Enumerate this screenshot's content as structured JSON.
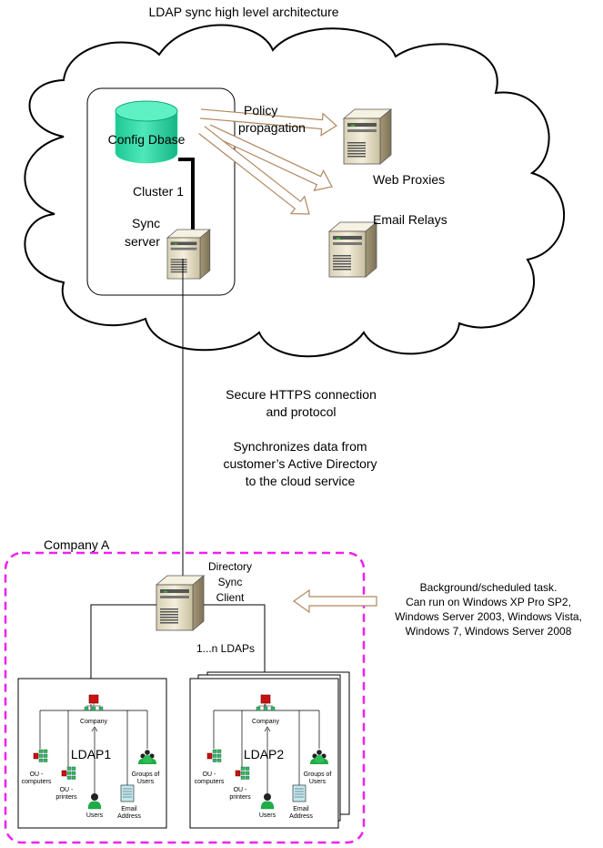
{
  "title": "LDAP sync high level architecture",
  "cloud": {
    "config_db": "Config Dbase",
    "policy_line1": "Policy",
    "policy_line2": "propagation",
    "cluster": "Cluster 1",
    "sync_line1": "Sync",
    "sync_line2": "server",
    "web_proxies": "Web Proxies",
    "email_relays": "Email Relays"
  },
  "connection": {
    "line1": "Secure HTTPS connection",
    "line2": "and protocol",
    "line3": "Synchronizes data from",
    "line4": "customer’s Active Directory",
    "line5": "to the cloud service"
  },
  "company": {
    "label": "Company A",
    "client_line1": "Directory",
    "client_line2": "Sync",
    "client_line3": "Client",
    "ldaps": "1...n LDAPs"
  },
  "note": {
    "line1": "Background/scheduled task.",
    "line2": "Can run on Windows XP Pro SP2,",
    "line3": "Windows Server 2003, Windows Vista,",
    "line4": "Windows 7, Windows Server 2008"
  },
  "ldap1": {
    "title": "LDAP1",
    "company": "Company",
    "ou_computers_1": "OU -",
    "ou_computers_2": "computers",
    "ou_printers_1": "OU -",
    "ou_printers_2": "printers",
    "users": "Users",
    "email_1": "Email",
    "email_2": "Address",
    "groups_1": "Groups of",
    "groups_2": "Users"
  },
  "ldap2": {
    "title": "LDAP2",
    "company": "Company",
    "ou_computers_1": "OU -",
    "ou_computers_2": "computers",
    "ou_printers_1": "OU -",
    "ou_printers_2": "printers",
    "users": "Users",
    "email_1": "Email",
    "email_2": "Address",
    "groups_1": "Groups of",
    "groups_2": "Users"
  },
  "colors": {
    "database": "#2ed8a6",
    "company_border": "#ee22ee",
    "arrow_stroke": "#b08860",
    "server_body": "#ece6cf",
    "company_node": "#cc1111",
    "ou_node": "#22aa44"
  }
}
